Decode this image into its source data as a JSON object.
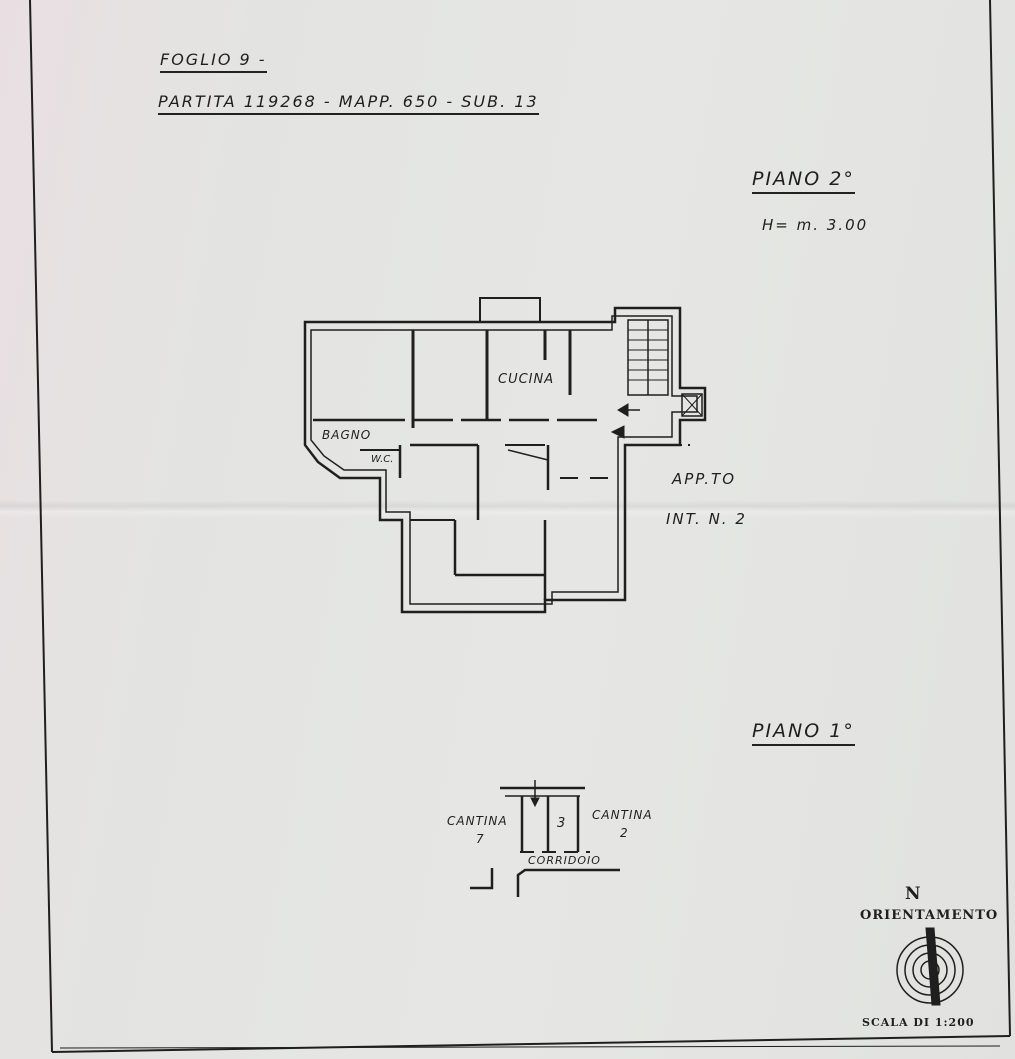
{
  "header": {
    "foglio": "FOGLIO  9  -",
    "partita": "PARTITA  119268 - MAPP. 650 - SUB. 13"
  },
  "floor2": {
    "title": "PIANO  2°",
    "height": "H= m. 3.00",
    "rooms": {
      "cucina": "CUCINA",
      "bagno": "BAGNO",
      "wc": "W.C."
    },
    "unit_line1": "APP.TO",
    "unit_line2": "INT. N. 2"
  },
  "floor1": {
    "title": "PIANO  1°",
    "cantina_left": "CANTINA",
    "cantina_left_num": "7",
    "cantina_center_num": "3",
    "cantina_right": "CANTINA",
    "cantina_right_num": "2",
    "corridoio": "CORRIDOIO"
  },
  "compass": {
    "north": "N",
    "label": "ORIENTAMENTO",
    "scale": "SCALA DI 1:200"
  },
  "colors": {
    "paper": "#e4e5e2",
    "ink": "#1f1f1f"
  }
}
